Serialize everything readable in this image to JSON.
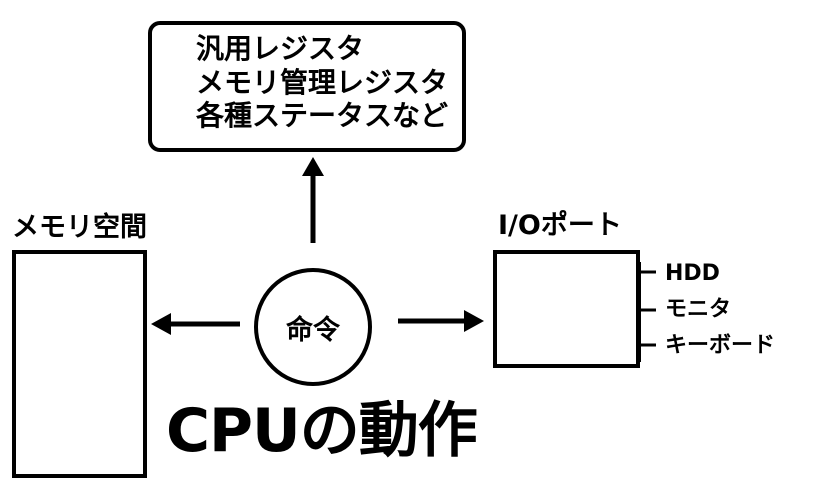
{
  "registers": {
    "lines": [
      "汎用レジスタ",
      "メモリ管理レジスタ",
      "各種ステータスなど"
    ]
  },
  "memory": {
    "label": "メモリ空間"
  },
  "io": {
    "label": "I/Oポート",
    "devices": [
      "HDD",
      "モニタ",
      "キーボード"
    ]
  },
  "instruction": {
    "label": "命令"
  },
  "title": "CPUの動作"
}
